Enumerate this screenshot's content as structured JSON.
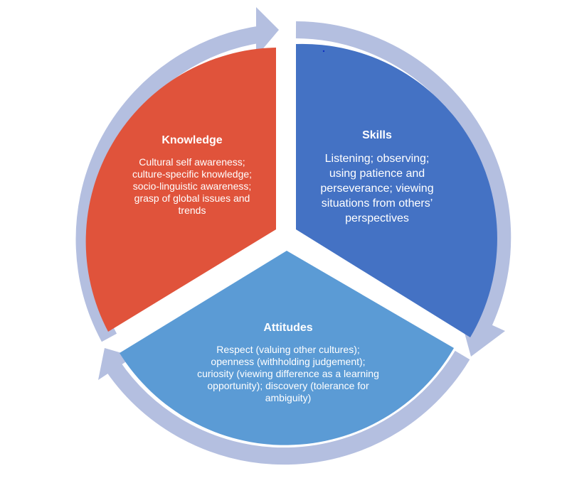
{
  "colors": {
    "ring": "#b4bfe0",
    "knowledge": "#e0533b",
    "skills": "#4472c4",
    "attitudes": "#5b9bd5",
    "text": "#ffffff"
  },
  "segments": {
    "knowledge": {
      "title": "Knowledge",
      "lines": [
        "Cultural self awareness;",
        "culture-specific knowledge;",
        "socio-linguistic awareness;",
        "grasp of global issues and",
        "trends"
      ]
    },
    "skills": {
      "title": "Skills",
      "lines": [
        "Listening; observing;",
        "using patience and",
        "perseverance; viewing",
        "situations from others’",
        "perspectives"
      ]
    },
    "attitudes": {
      "title": "Attitudes",
      "lines": [
        "Respect (valuing other cultures);",
        "openness (withholding judgement);",
        "curiosity (viewing difference as a learning",
        "opportunity); discovery (tolerance for",
        "ambiguity)"
      ]
    }
  }
}
